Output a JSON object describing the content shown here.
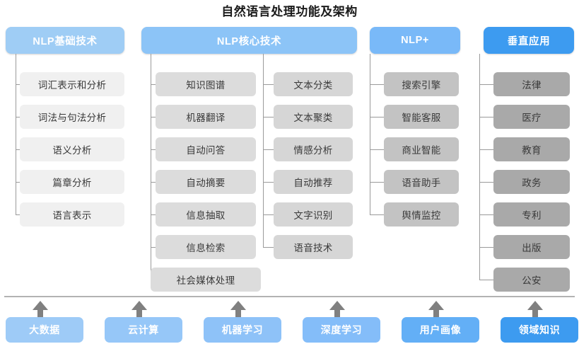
{
  "title": "自然语言处理功能及架构",
  "colors": {
    "header_basic": "#9fcdf5",
    "header_core": "#8cc4f7",
    "header_plus": "#79b9f8",
    "header_vertical": "#3d9bf0",
    "item_col1": "#f0f0f0",
    "item_col2": "#dcdcdc",
    "item_col3": "#d6d6d6",
    "item_col4": "#c3c3c3",
    "item_col5": "#a9a9a9",
    "connector": "#9a9a9a",
    "baseline": "#b3b3b3",
    "arrow": "#808080",
    "title_text": "#1a1a1a",
    "item_text": "#3a3a3a"
  },
  "columns": [
    {
      "id": "nlp-basic",
      "header": "NLP基础技术",
      "header_color": "#9fcdf5",
      "item_color": "#f0f0f0",
      "groups": [
        {
          "items": [
            "词汇表示和分析",
            "词法与句法分析",
            "语义分析",
            "篇章分析",
            "语言表示"
          ]
        }
      ]
    },
    {
      "id": "nlp-core",
      "header": "NLP核心技术",
      "header_color": "#8cc4f7",
      "item_color": "#dcdcdc",
      "groups": [
        {
          "items": [
            "知识图谱",
            "机器翻译",
            "自动问答",
            "自动摘要",
            "信息抽取",
            "信息检索",
            "社会媒体处理"
          ]
        },
        {
          "items": [
            "文本分类",
            "文本聚类",
            "情感分析",
            "自动推荐",
            "文字识别",
            "语音技术"
          ]
        }
      ]
    },
    {
      "id": "nlp-plus",
      "header": "NLP+",
      "header_color": "#79b9f8",
      "item_color": "#c3c3c3",
      "groups": [
        {
          "items": [
            "搜索引擎",
            "智能客服",
            "商业智能",
            "语音助手",
            "舆情监控"
          ]
        }
      ]
    },
    {
      "id": "vertical-app",
      "header": "垂直应用",
      "header_color": "#3d9bf0",
      "item_color": "#a9a9a9",
      "groups": [
        {
          "items": [
            "法律",
            "医疗",
            "教育",
            "政务",
            "专利",
            "出版",
            "公安"
          ]
        }
      ]
    }
  ],
  "foundation": {
    "items": [
      {
        "label": "大数据",
        "color": "#9ecbf7"
      },
      {
        "label": "云计算",
        "color": "#96c7f8"
      },
      {
        "label": "机器学习",
        "color": "#8ec2f8"
      },
      {
        "label": "深度学习",
        "color": "#84bdf9"
      },
      {
        "label": "用户画像",
        "color": "#63aff6"
      },
      {
        "label": "领域知识",
        "color": "#3d9bf0"
      }
    ],
    "arrow_icon": "arrow-up-icon"
  },
  "watermark": ""
}
